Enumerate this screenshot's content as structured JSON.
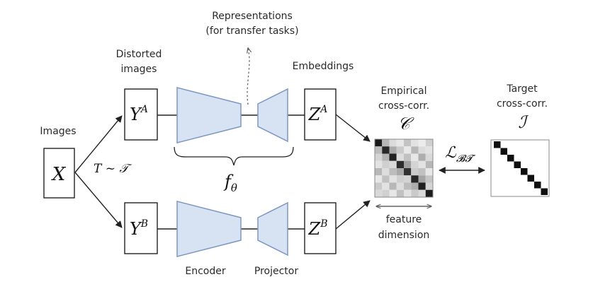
{
  "labels": {
    "representations_line1": "Representations",
    "representations_line2": "(for transfer tasks)",
    "distorted_line1": "Distorted",
    "distorted_line2": "images",
    "embeddings": "Embeddings",
    "images": "Images",
    "empirical_line1": "Empirical",
    "empirical_line2": "cross-corr.",
    "target_line1": "Target",
    "target_line2": "cross-corr.",
    "feature_line1": "feature",
    "feature_line2": "dimension",
    "encoder": "Encoder",
    "projector": "Projector"
  },
  "math": {
    "x": "X",
    "transform": "T ~ 𝒯",
    "ya_base": "Y",
    "ya_sup": "A",
    "yb_base": "Y",
    "yb_sup": "B",
    "za_base": "Z",
    "za_sup": "A",
    "zb_base": "Z",
    "zb_sup": "B",
    "f_base": "f",
    "f_sub": "θ",
    "c_symbol": "𝒞",
    "i_symbol": "ℐ",
    "loss_base": "ℒ",
    "loss_sub": "𝓑𝓣"
  },
  "matrices": {
    "empirical_cross_corr": [
      [
        0.95,
        0.3,
        0.15,
        0.1,
        0.25,
        0.12,
        0.08,
        0.2
      ],
      [
        0.28,
        0.9,
        0.35,
        0.22,
        0.1,
        0.3,
        0.15,
        0.12
      ],
      [
        0.18,
        0.32,
        0.92,
        0.14,
        0.26,
        0.1,
        0.34,
        0.16
      ],
      [
        0.12,
        0.2,
        0.16,
        0.88,
        0.4,
        0.18,
        0.12,
        0.3
      ],
      [
        0.3,
        0.14,
        0.28,
        0.36,
        0.86,
        0.22,
        0.26,
        0.1
      ],
      [
        0.1,
        0.26,
        0.12,
        0.2,
        0.18,
        0.9,
        0.38,
        0.24
      ],
      [
        0.22,
        0.12,
        0.3,
        0.14,
        0.28,
        0.34,
        0.93,
        0.18
      ],
      [
        0.16,
        0.2,
        0.1,
        0.26,
        0.12,
        0.22,
        0.16,
        0.95
      ]
    ],
    "target_cross_corr": [
      [
        1,
        0,
        0,
        0,
        0,
        0,
        0,
        0
      ],
      [
        0,
        1,
        0,
        0,
        0,
        0,
        0,
        0
      ],
      [
        0,
        0,
        1,
        0,
        0,
        0,
        0,
        0
      ],
      [
        0,
        0,
        0,
        1,
        0,
        0,
        0,
        0
      ],
      [
        0,
        0,
        0,
        0,
        1,
        0,
        0,
        0
      ],
      [
        0,
        0,
        0,
        0,
        0,
        1,
        0,
        0
      ],
      [
        0,
        0,
        0,
        0,
        0,
        0,
        1,
        0
      ],
      [
        0,
        0,
        0,
        0,
        0,
        0,
        0,
        1
      ]
    ]
  },
  "colors": {
    "network_fill": "#d7e2f2",
    "network_stroke": "#7d97c2",
    "ink": "#222222"
  }
}
